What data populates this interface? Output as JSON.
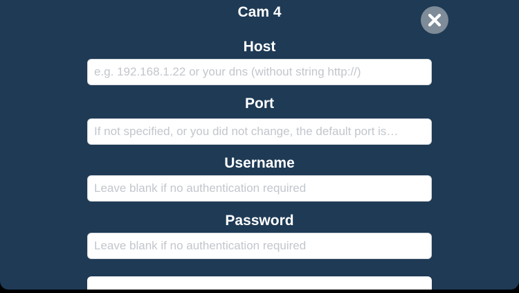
{
  "dialog": {
    "title": "Cam 4",
    "close_icon": "close-x-icon"
  },
  "fields": [
    {
      "label": "Host",
      "value": "",
      "placeholder": "e.g. 192.168.1.22 or your dns (without string http://)"
    },
    {
      "label": "Port",
      "value": "",
      "placeholder": "If not specified, or you did not change, the default port is…"
    },
    {
      "label": "Username",
      "value": "",
      "placeholder": "Leave blank if no authentication required"
    },
    {
      "label": "Password",
      "value": "",
      "placeholder": "Leave blank if no authentication required"
    }
  ],
  "colors": {
    "panel_background": "#1e3a55",
    "close_button": "#7e8b98",
    "placeholder_text": "#c2c6cc"
  }
}
